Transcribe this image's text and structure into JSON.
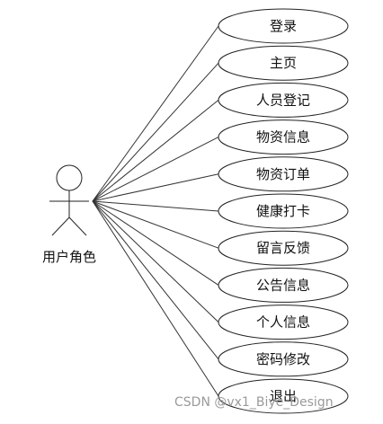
{
  "actor": {
    "label": "用户角色"
  },
  "use_cases": [
    {
      "label": "登录"
    },
    {
      "label": "主页"
    },
    {
      "label": "人员登记"
    },
    {
      "label": "物资信息"
    },
    {
      "label": "物资订单"
    },
    {
      "label": "健康打卡"
    },
    {
      "label": "留言反馈"
    },
    {
      "label": "公告信息"
    },
    {
      "label": "个人信息"
    },
    {
      "label": "密码修改"
    },
    {
      "label": "退出"
    }
  ],
  "watermark": "CSDN @vx1_Biye_Design"
}
